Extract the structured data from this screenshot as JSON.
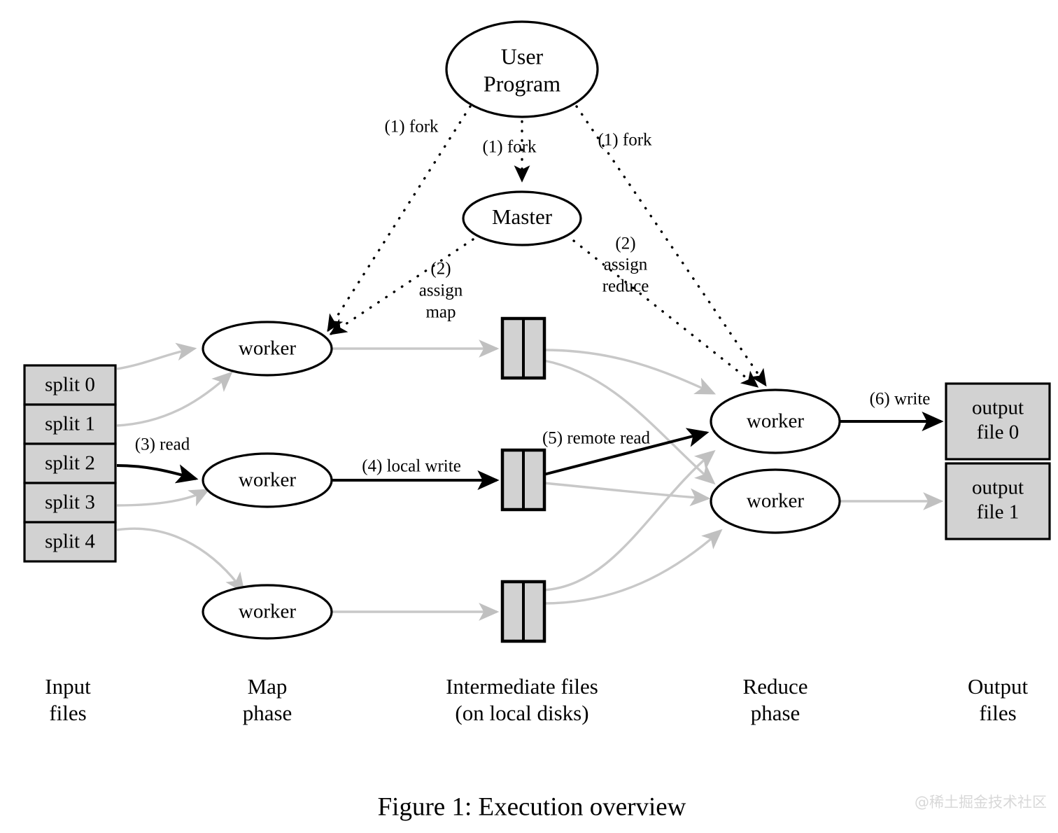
{
  "figure": {
    "caption": "Figure 1: Execution overview",
    "watermark": "@稀土掘金技术社区"
  },
  "nodes": {
    "user_program": "User\nProgram",
    "user_program_line1": "User",
    "user_program_line2": "Program",
    "master": "Master",
    "map_worker_0": "worker",
    "map_worker_1": "worker",
    "map_worker_2": "worker",
    "reduce_worker_0": "worker",
    "reduce_worker_1": "worker"
  },
  "input_splits": [
    {
      "label": "split 0"
    },
    {
      "label": "split 1"
    },
    {
      "label": "split 2"
    },
    {
      "label": "split 3"
    },
    {
      "label": "split 4"
    }
  ],
  "output_files": [
    {
      "line1": "output",
      "line2": "file 0"
    },
    {
      "line1": "output",
      "line2": "file 1"
    }
  ],
  "edge_labels": {
    "fork_left": "(1) fork",
    "fork_center": "(1) fork",
    "fork_right": "(1) fork",
    "assign_map_num": "(2)",
    "assign_map_l1": "assign",
    "assign_map_l2": "map",
    "assign_reduce_num": "(2)",
    "assign_reduce_l1": "assign",
    "assign_reduce_l2": "reduce",
    "read": "(3) read",
    "local_write": "(4) local write",
    "remote_read": "(5) remote read",
    "write": "(6) write"
  },
  "column_labels": [
    {
      "line1": "Input",
      "line2": "files"
    },
    {
      "line1": "Map",
      "line2": "phase"
    },
    {
      "line1": "Intermediate files",
      "line2": "(on local disks)"
    },
    {
      "line1": "Reduce",
      "line2": "phase"
    },
    {
      "line1": "Output",
      "line2": "files"
    }
  ],
  "colors": {
    "box_fill": "#d2d2d2",
    "stroke": "#000000",
    "gray_edge": "#c8c8c8",
    "background": "#ffffff",
    "watermark": "#d8d8d8"
  },
  "chart_data": {
    "type": "diagram",
    "title": "Figure 1: Execution overview",
    "description": "MapReduce execution overview dataflow diagram",
    "stages": [
      {
        "name": "Input files",
        "items": [
          "split 0",
          "split 1",
          "split 2",
          "split 3",
          "split 4"
        ]
      },
      {
        "name": "Map phase",
        "items": [
          "worker",
          "worker",
          "worker"
        ]
      },
      {
        "name": "Intermediate files (on local disks)",
        "items": [
          "intermediate file 0",
          "intermediate file 1",
          "intermediate file 2"
        ]
      },
      {
        "name": "Reduce phase",
        "items": [
          "worker",
          "worker"
        ]
      },
      {
        "name": "Output files",
        "items": [
          "output file 0",
          "output file 1"
        ]
      }
    ],
    "steps": [
      {
        "id": 1,
        "label": "(1) fork",
        "from": "User Program",
        "to": "Master and workers"
      },
      {
        "id": 2,
        "label": "(2) assign map",
        "from": "Master",
        "to": "map worker"
      },
      {
        "id": 2,
        "label": "(2) assign reduce",
        "from": "Master",
        "to": "reduce worker"
      },
      {
        "id": 3,
        "label": "(3) read",
        "from": "split 2",
        "to": "map worker"
      },
      {
        "id": 4,
        "label": "(4) local write",
        "from": "map worker",
        "to": "intermediate file"
      },
      {
        "id": 5,
        "label": "(5) remote read",
        "from": "intermediate file",
        "to": "reduce worker"
      },
      {
        "id": 6,
        "label": "(6) write",
        "from": "reduce worker",
        "to": "output file 0"
      }
    ]
  }
}
